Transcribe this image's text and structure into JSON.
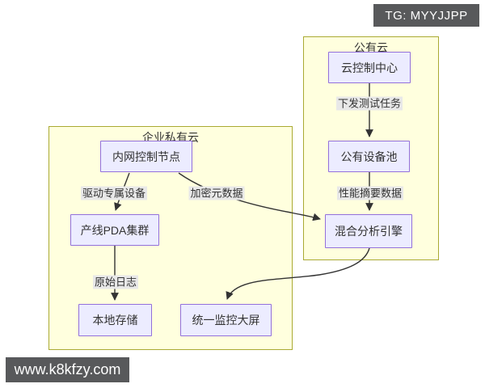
{
  "watermarks": {
    "telegram_badge": "TG: MYYJJPP",
    "website_badge": "www.k8kfzy.com"
  },
  "diagram": {
    "type": "flowchart",
    "direction": "top-down",
    "clusters": [
      {
        "id": "public-cloud",
        "label": "公有云"
      },
      {
        "id": "enterprise-private-cloud",
        "label": "企业私有云"
      }
    ],
    "nodes": [
      {
        "id": "cloud-control-center",
        "label": "云控制中心",
        "cluster": "public-cloud"
      },
      {
        "id": "public-device-pool",
        "label": "公有设备池",
        "cluster": "public-cloud"
      },
      {
        "id": "hybrid-analysis-engine",
        "label": "混合分析引擎",
        "cluster": "public-cloud"
      },
      {
        "id": "intranet-control-node",
        "label": "内网控制节点",
        "cluster": "enterprise-private-cloud"
      },
      {
        "id": "production-line-pda-cluster",
        "label": "产线PDA集群",
        "cluster": "enterprise-private-cloud"
      },
      {
        "id": "local-storage",
        "label": "本地存储",
        "cluster": "enterprise-private-cloud"
      },
      {
        "id": "unified-monitoring-screen",
        "label": "统一监控大屏",
        "cluster": "enterprise-private-cloud"
      }
    ],
    "edges": [
      {
        "from": "cloud-control-center",
        "to": "public-device-pool",
        "label": "下发测试任务"
      },
      {
        "from": "public-device-pool",
        "to": "hybrid-analysis-engine",
        "label": "性能摘要数据"
      },
      {
        "from": "intranet-control-node",
        "to": "production-line-pda-cluster",
        "label": "驱动专属设备"
      },
      {
        "from": "intranet-control-node",
        "to": "hybrid-analysis-engine",
        "label": "加密元数据"
      },
      {
        "from": "production-line-pda-cluster",
        "to": "local-storage",
        "label": "原始日志"
      },
      {
        "from": "hybrid-analysis-engine",
        "to": "unified-monitoring-screen",
        "label": ""
      }
    ],
    "colors": {
      "cluster_fill": "#ffffde",
      "cluster_border": "#aaaa33",
      "node_fill": "#ececff",
      "node_border": "#9370db",
      "edge_label_bg": "#e8e8e8",
      "edge_color": "#333333",
      "text_color": "#333333",
      "badge_bg": "#58595b",
      "badge_text": "#ffffff"
    }
  }
}
